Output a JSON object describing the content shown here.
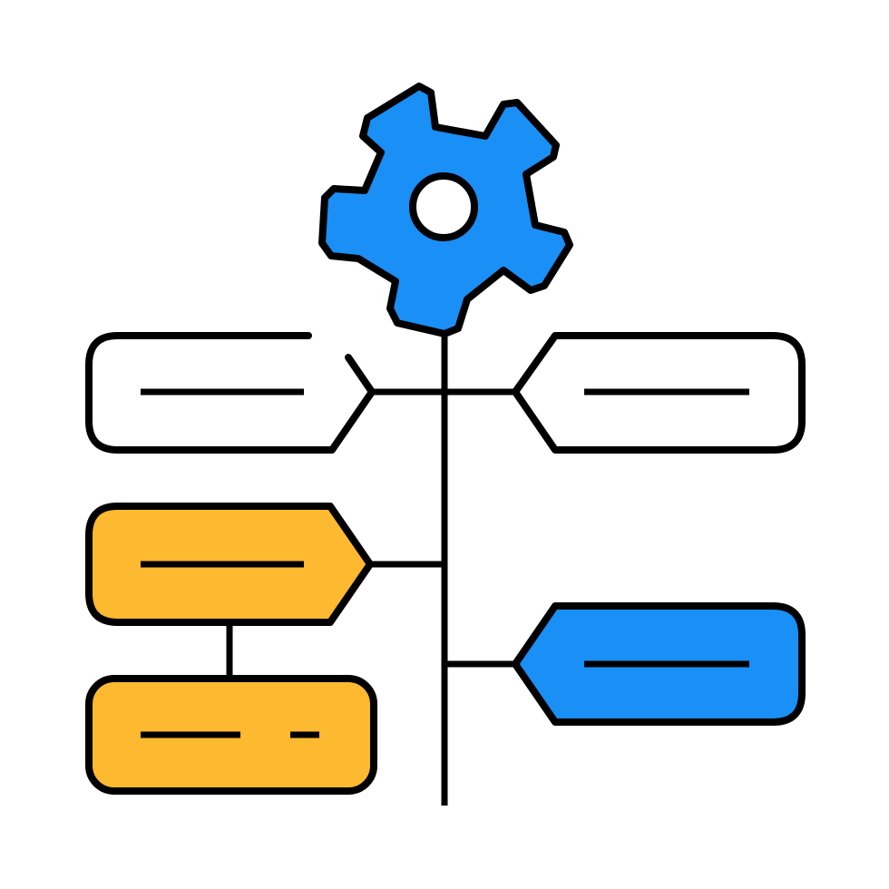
{
  "icon": {
    "name": "process-workflow-diagram-icon",
    "colors": {
      "outline": "#000000",
      "blue": "#1A8FF5",
      "yellow": "#FDB92F",
      "white": "#FFFFFF"
    },
    "nodes": [
      {
        "id": "gear",
        "icon": "gear-icon",
        "color": "blue"
      },
      {
        "id": "top-left-box",
        "shape": "arrow-tag-right",
        "color": "white"
      },
      {
        "id": "top-right-box",
        "shape": "arrow-tag-left",
        "color": "white"
      },
      {
        "id": "middle-left-box",
        "shape": "arrow-tag-right",
        "color": "yellow"
      },
      {
        "id": "bottom-left-box",
        "shape": "rounded-rect",
        "color": "yellow"
      },
      {
        "id": "bottom-right-box",
        "shape": "arrow-tag-left",
        "color": "blue"
      }
    ]
  }
}
